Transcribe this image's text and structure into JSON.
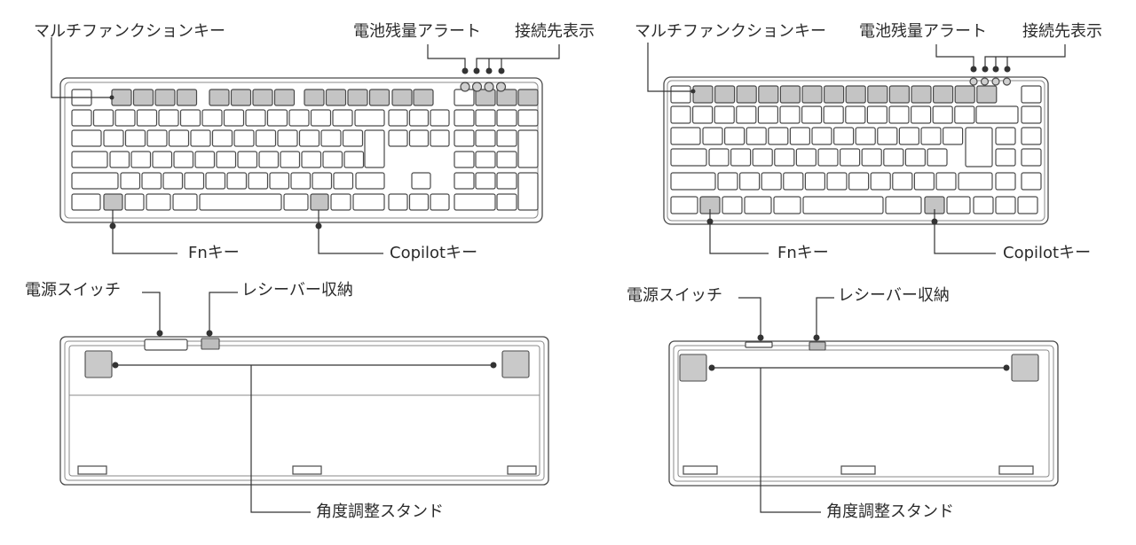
{
  "colors": {
    "highlight_key": "#c4c4c4",
    "outline": "#4a4a4a",
    "leader_line": "#333333",
    "text": "#2b2b2b"
  },
  "full_keyboard": {
    "top_labels": {
      "multifunction": "マルチファンクションキー",
      "battery_alert": "電池残量アラート",
      "connection_display": "接続先表示"
    },
    "bottom_labels": {
      "fn_key": "Fnキー",
      "copilot_key": "Copilotキー"
    },
    "back_labels": {
      "power_switch": "電源スイッチ",
      "receiver_storage": "レシーバー収納",
      "angle_stand": "角度調整スタンド"
    }
  },
  "compact_keyboard": {
    "top_labels": {
      "multifunction": "マルチファンクションキー",
      "battery_alert": "電池残量アラート",
      "connection_display": "接続先表示"
    },
    "bottom_labels": {
      "fn_key": "Fnキー",
      "copilot_key": "Copilotキー"
    },
    "back_labels": {
      "power_switch": "電源スイッチ",
      "receiver_storage": "レシーバー収納",
      "angle_stand": "角度調整スタンド"
    }
  }
}
